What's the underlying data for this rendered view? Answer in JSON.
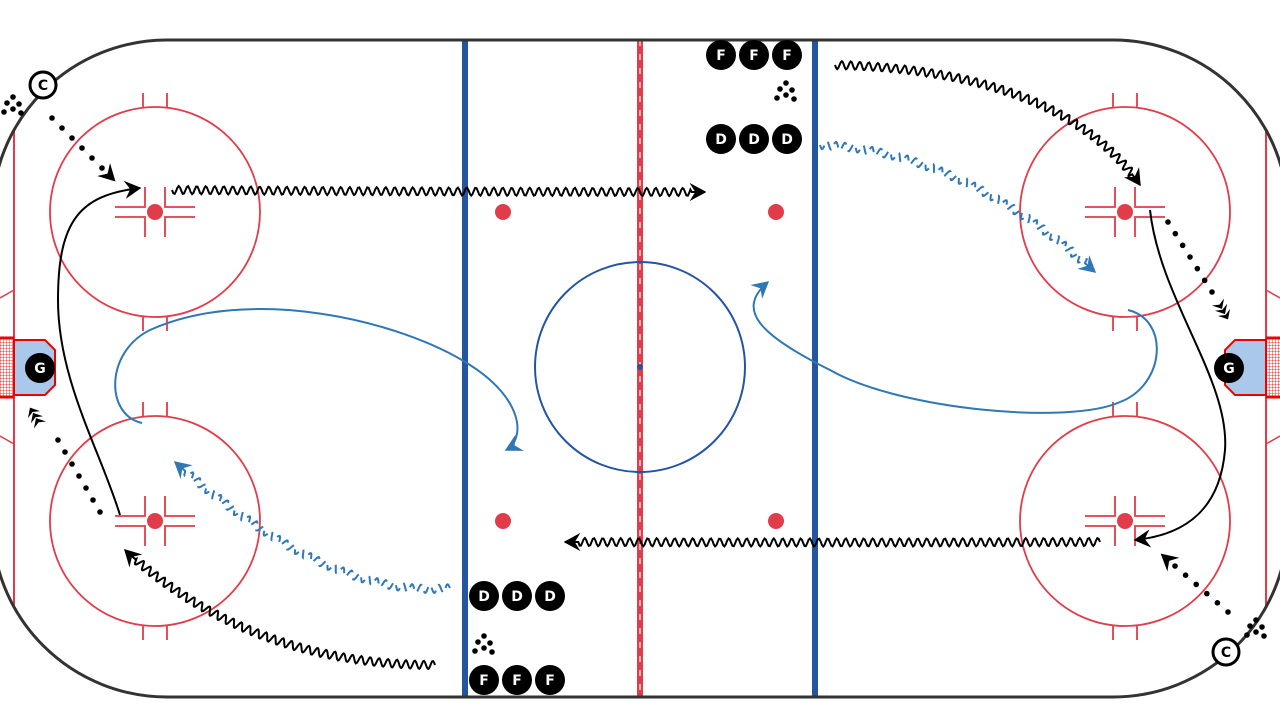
{
  "colors": {
    "rink_red": "#e03c4a",
    "blue_line": "#2455a0",
    "drill_blue": "#2f78b5",
    "ink": "#000000",
    "crease": "#a9c8ea"
  },
  "players": {
    "top_forwards": [
      "F",
      "F",
      "F"
    ],
    "top_defense": [
      "D",
      "D",
      "D"
    ],
    "bottom_defense": [
      "D",
      "D",
      "D"
    ],
    "bottom_forwards": [
      "F",
      "F",
      "F"
    ],
    "coach_left": "C",
    "coach_right": "C",
    "goalie_left": "G",
    "goalie_right": "G"
  }
}
